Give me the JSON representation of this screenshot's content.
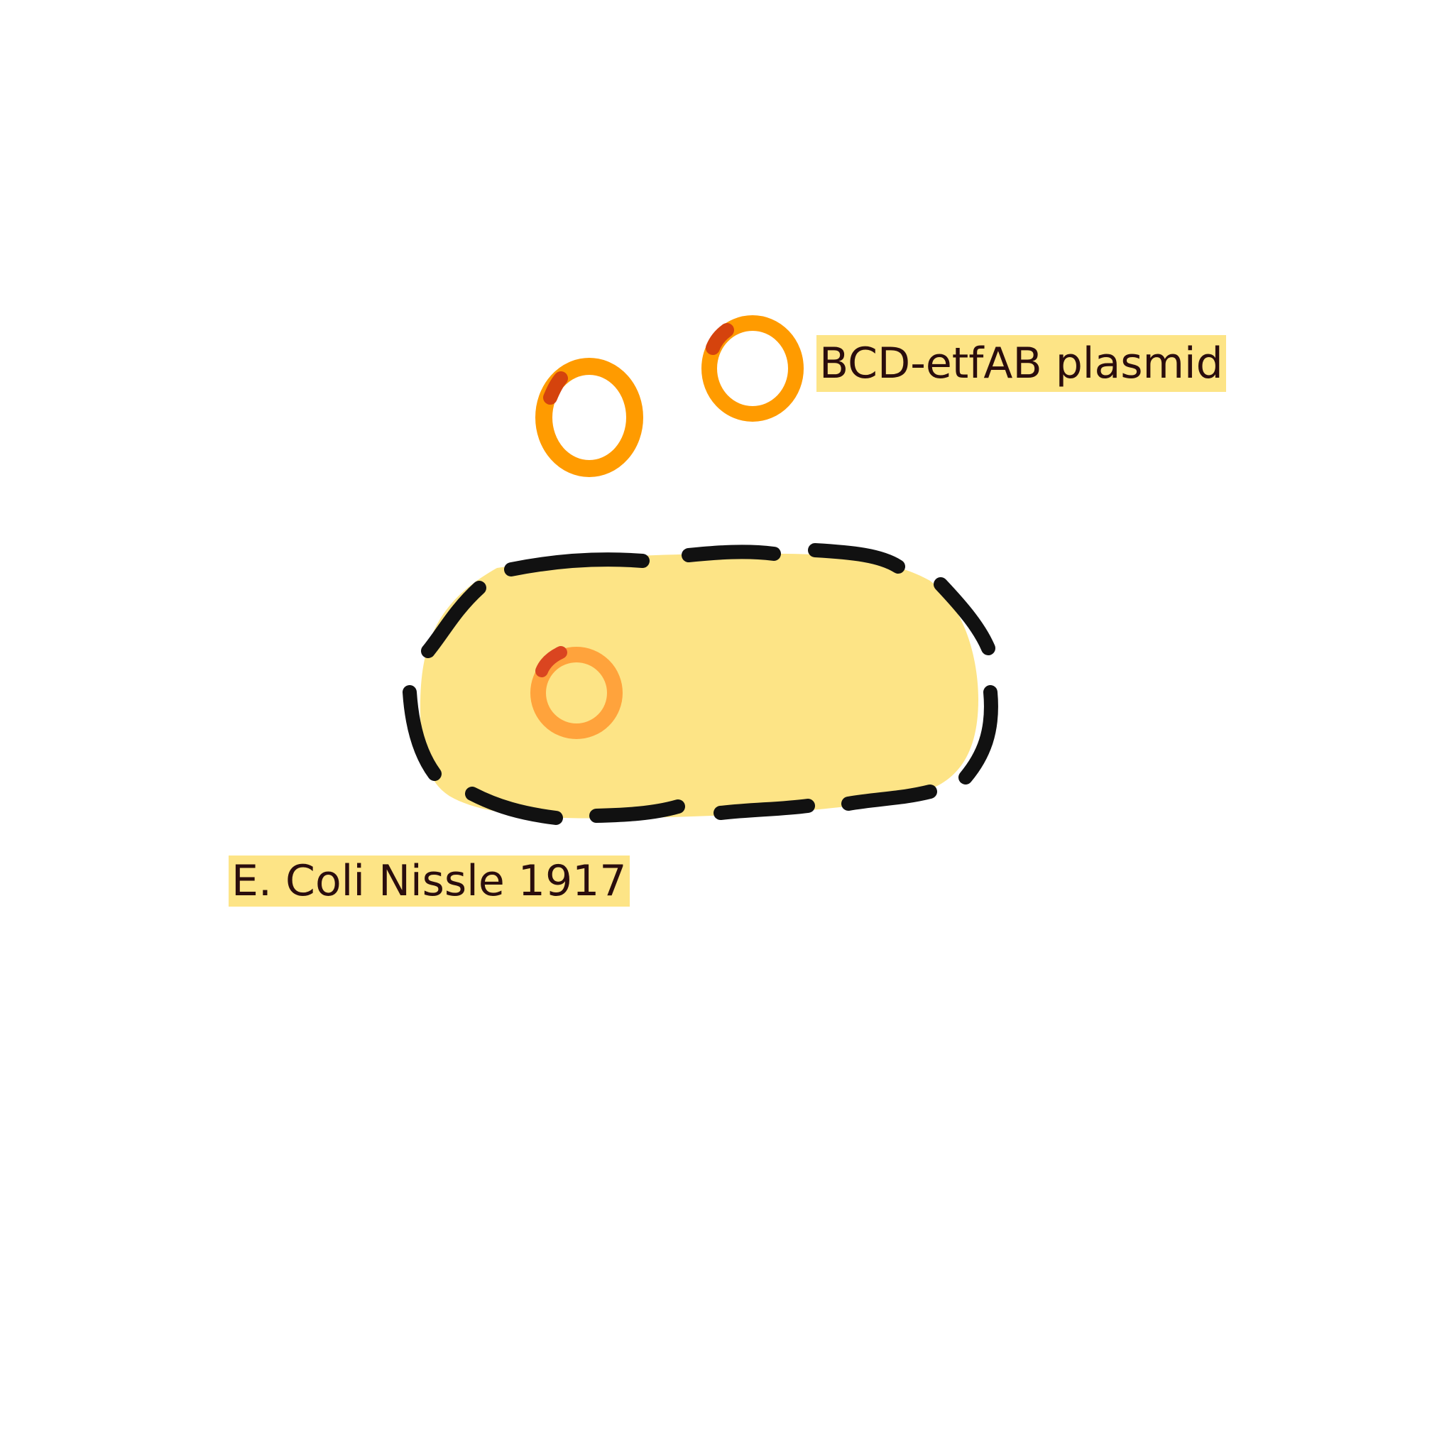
{
  "labels": {
    "plasmid": "BCD-etfAB plasmid",
    "cell": "E. Coli Nissle 1917"
  },
  "colors": {
    "cell_fill": "#fde486",
    "cell_outline": "#111111",
    "label_background": "#fde486",
    "label_text": "#2a0d0d",
    "plasmid_ring": "#ff9b00",
    "plasmid_ring_inside_cell": "#ffa33c",
    "plasmid_marker": "#d5430d",
    "plasmid_marker_inside_cell": "#da4520"
  },
  "elements": {
    "plasmids_outside_cell": 2,
    "plasmids_inside_cell": 1
  }
}
